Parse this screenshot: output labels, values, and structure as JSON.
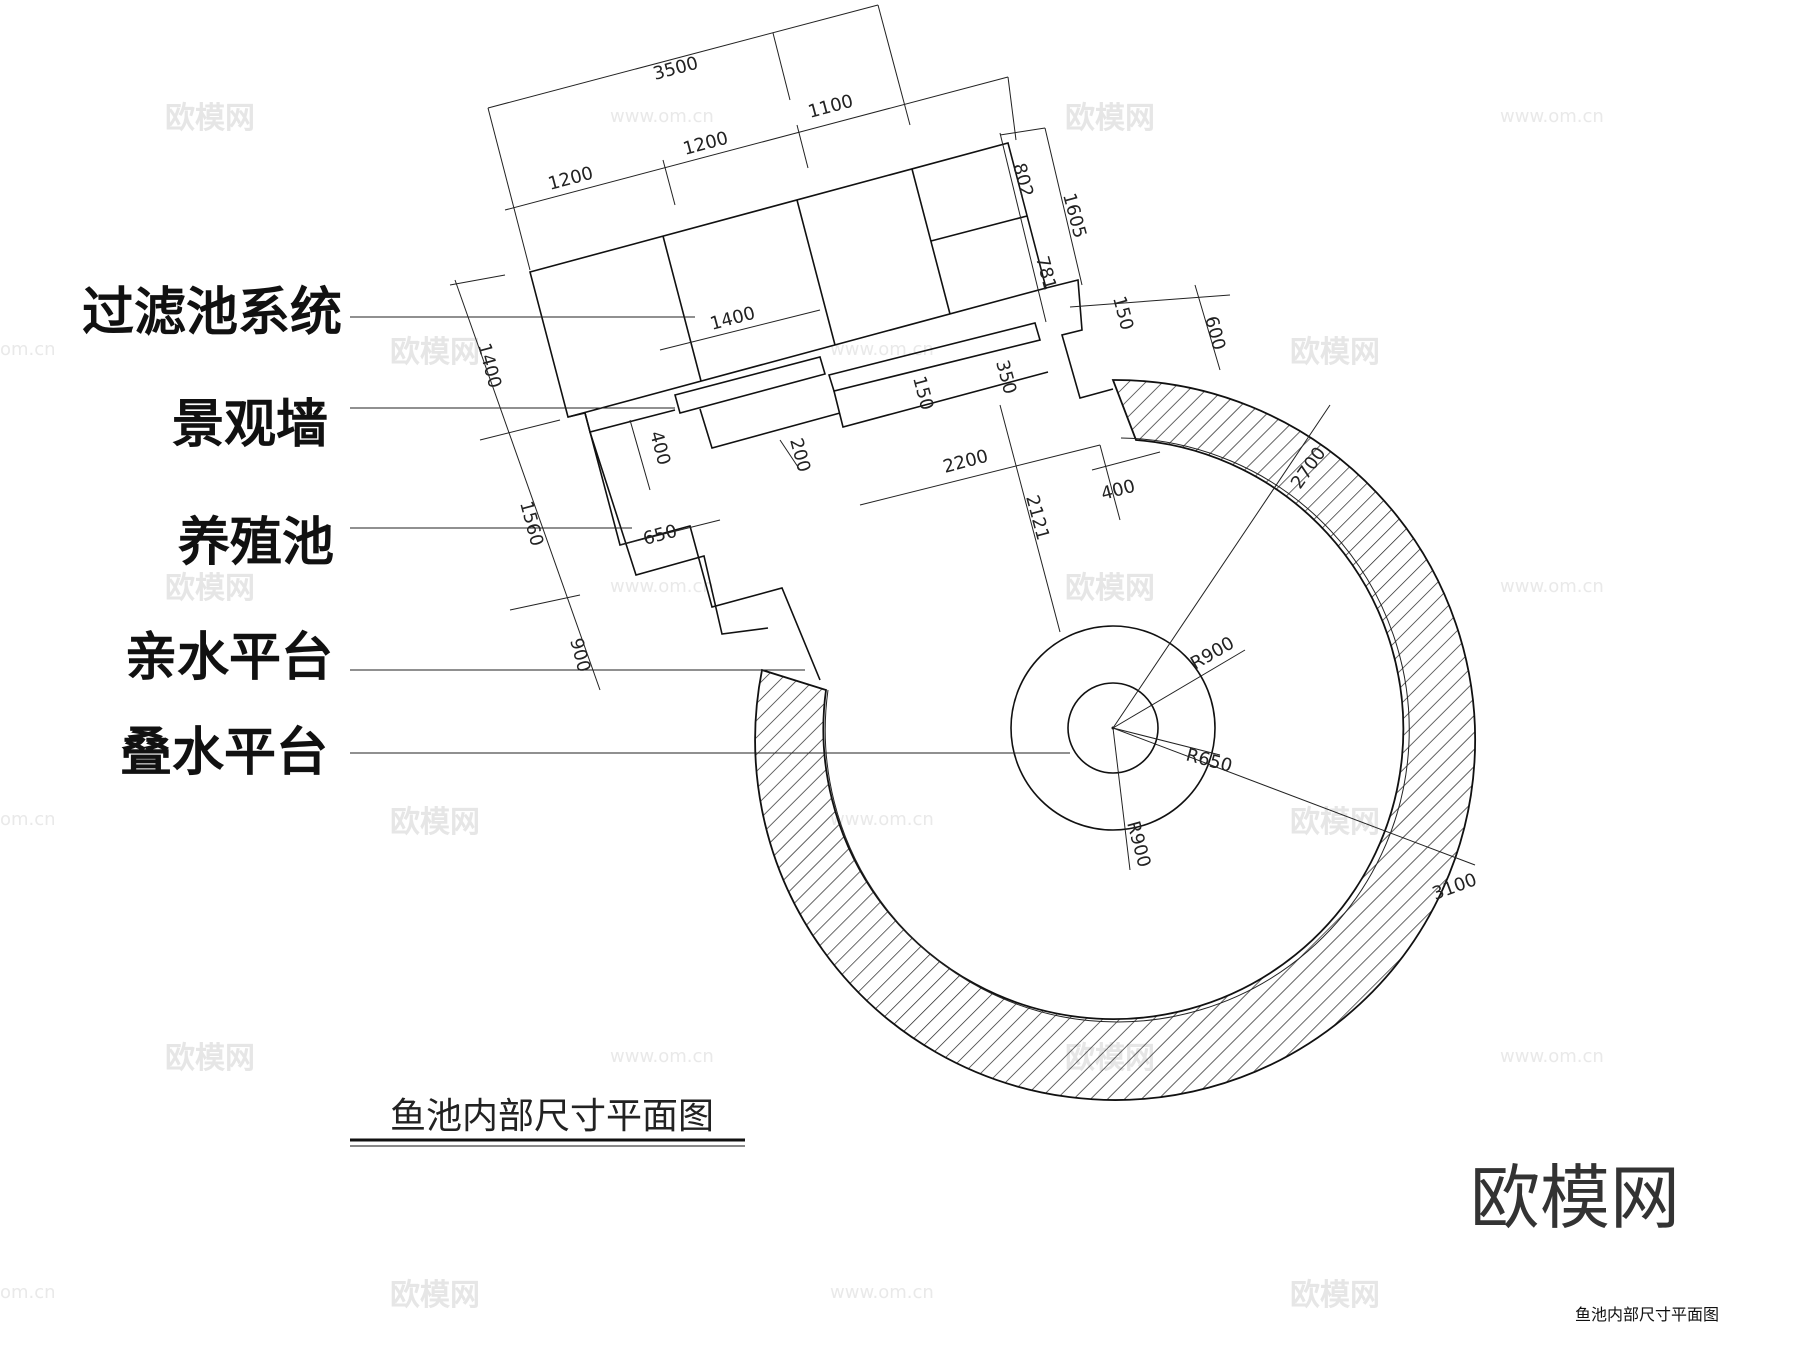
{
  "labels": {
    "filter": "过滤池系统",
    "wall": "景观墙",
    "breeding": "养殖池",
    "waterside": "亲水平台",
    "cascade": "叠水平台"
  },
  "title": "鱼池内部尺寸平面图",
  "footer_title": "鱼池内部尺寸平面图",
  "brand": "欧模网",
  "watermarks": {
    "logo": "欧模网",
    "url": "www.om.cn",
    "url_edge": "om.cn"
  },
  "dimensions": {
    "d3500": "3500",
    "d1100": "1100",
    "d1200a": "1200",
    "d1200b": "1200",
    "d802": "802",
    "d1605": "1605",
    "d781": "781",
    "d1400h": "1400",
    "d1400v": "1400",
    "d150a": "150",
    "d600": "600",
    "d150b": "150",
    "d350": "350",
    "d400a": "400",
    "d200": "200",
    "d2200": "2200",
    "d400b": "400",
    "d2121": "2121",
    "d1560": "1560",
    "d650": "650",
    "d900": "900",
    "r900a": "R900",
    "r650": "R650",
    "r900b": "R900",
    "r2700": "2700",
    "r3100": "3100"
  }
}
